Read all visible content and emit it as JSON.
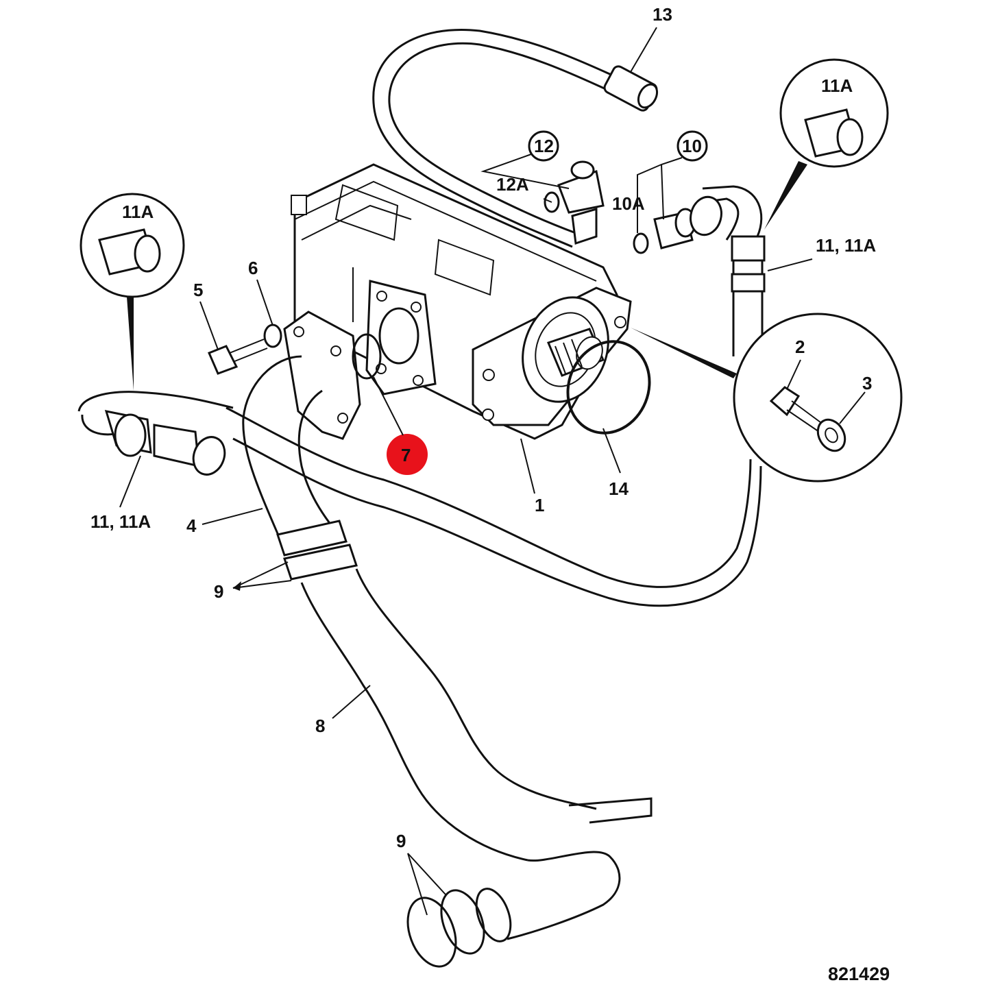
{
  "diagram": {
    "reference_number": "821429",
    "highlight_color": "#e8121b",
    "labels": {
      "l1": "1",
      "l2": "2",
      "l3": "3",
      "l4": "4",
      "l5": "5",
      "l6": "6",
      "l7": "7",
      "l8": "8",
      "l9_upper": "9",
      "l9_lower": "9",
      "l10": "10",
      "l10a": "10A",
      "l11_11a_left": "11, 11A",
      "l11_11a_right": "11, 11A",
      "l11a_left_detail": "11A",
      "l11a_right_detail": "11A",
      "l12": "12",
      "l12a": "12A",
      "l13": "13",
      "l14": "14"
    }
  }
}
